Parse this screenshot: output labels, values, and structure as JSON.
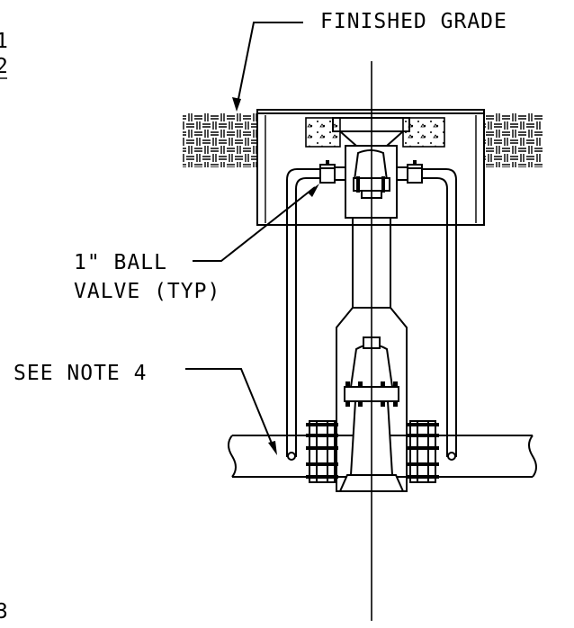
{
  "labels": {
    "finished_grade": "FINISHED GRADE",
    "ball_valve_line1": "1\" BALL",
    "ball_valve_line2": "VALVE (TYP)",
    "see_note": "SEE NOTE 4",
    "edge_1": "1",
    "edge_2": "2",
    "edge_3": "3"
  },
  "colors": {
    "ink": "#000000",
    "paper": "#ffffff"
  }
}
